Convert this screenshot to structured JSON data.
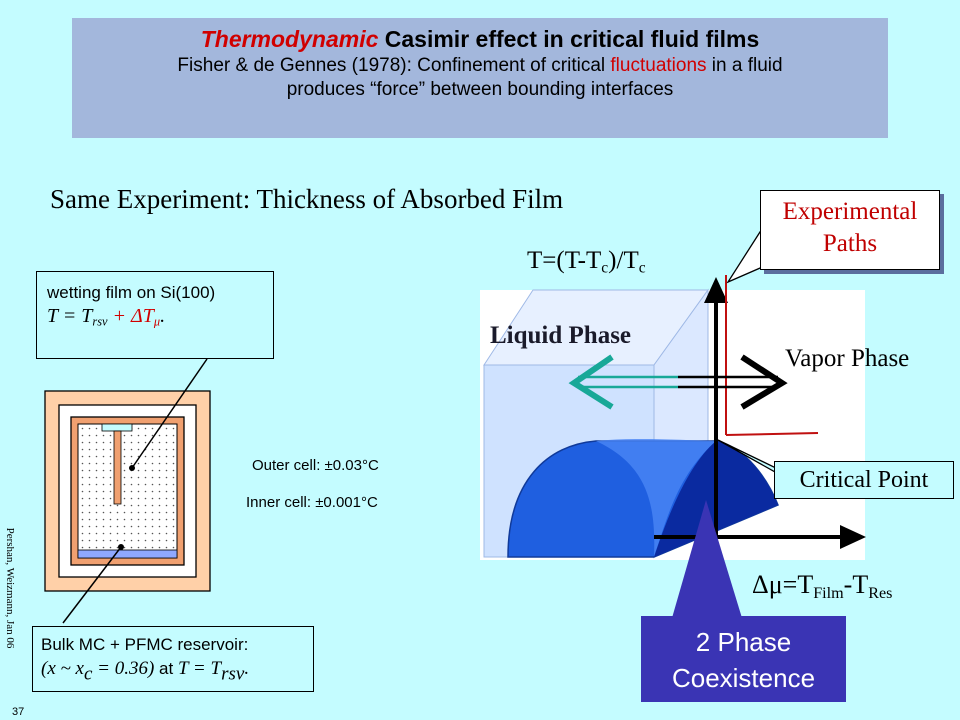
{
  "header": {
    "title_italic": "Thermodynamic",
    "title_rest": " Casimir effect in critical fluid films",
    "line2_a": "Fisher & de Gennes (1978): Confinement of critical ",
    "line2_red": "fluctuations",
    "line2_b": " in a fluid",
    "line3": "produces  “force” between bounding interfaces"
  },
  "subtitle": "Same Experiment: Thickness of Absorbed Film",
  "wetting_box": {
    "line1": "wetting film on Si(100)",
    "line2_a": "T = T",
    "line2_sub": "rsv",
    "line2_b": " + ΔT",
    "line2_sub2": "μ",
    "line2_c": "."
  },
  "bulk_box": {
    "line1": "Bulk MC + PFMC reservoir:",
    "line2_a": "(x ~ x",
    "line2_sub": "c",
    "line2_b": " = 0.36)",
    "line2_mid": " at ",
    "line2_c": "T = T",
    "line2_sub2": "rsv",
    "line2_d": "."
  },
  "cell_notes": {
    "outer": "Outer cell: ±0.03°C",
    "inner": "Inner cell: ±0.001°C"
  },
  "side_note": "Pershan, Weizmann, Jan 06",
  "slide_number": "37",
  "phase_diagram": {
    "t_axis_a": "T=(T-T",
    "t_axis_sub": "c",
    "t_axis_b": ")/T",
    "t_axis_sub2": "c",
    "liquid": "Liquid Phase",
    "vapor": "Vapor Phase",
    "critical_point": "Critical Point",
    "mu_axis_a": "Δμ=T",
    "mu_axis_sub": "Film",
    "mu_axis_b": "-T",
    "mu_axis_sub2": "Res"
  },
  "callouts": {
    "experimental_line1": "Experimental",
    "experimental_line2": "Paths",
    "coexistence_line1": "2 Phase",
    "coexistence_line2": "Coexistence"
  },
  "colors": {
    "background": "#c4fcff",
    "header": "#a3b7dc",
    "accent_red": "#d00000",
    "surface_blue": "#1f5fe0",
    "coexistence_box": "#3a34b4",
    "arrow_teal": "#18a898"
  }
}
